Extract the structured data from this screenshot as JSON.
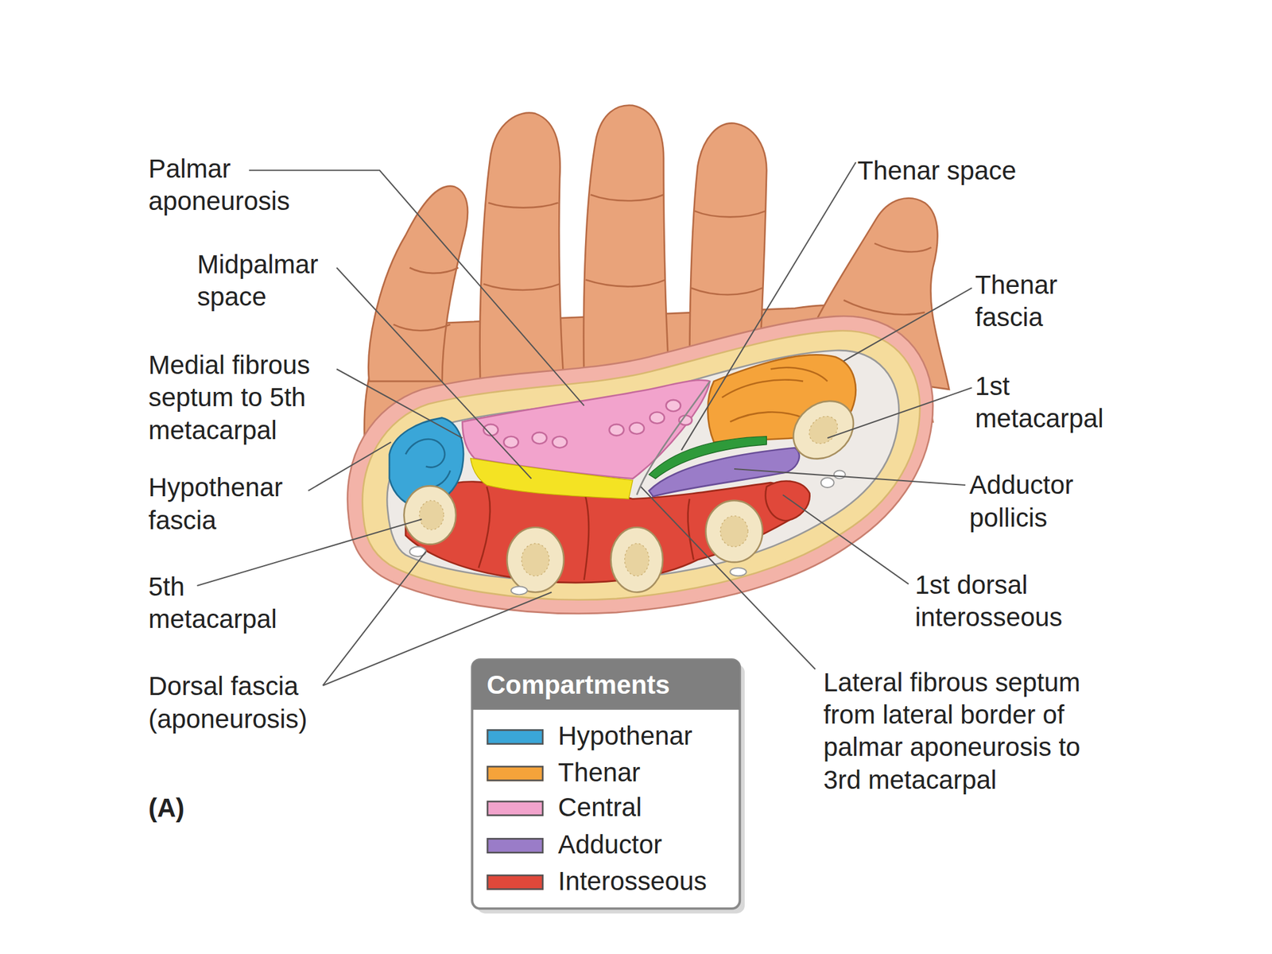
{
  "diagram": {
    "labels": [
      "Palmar aponeurosis",
      "Midpalmar space",
      "Medial fibrous septum to 5th metacarpal",
      "Hypothenar fascia",
      "5th metacarpal",
      "Dorsal fascia (aponeurosis)",
      "(A)",
      "Thenar space",
      "Thenar fascia",
      "1st metacarpal",
      "Adductor pollicis",
      "1st dorsal interosseous",
      "Lateral fibrous septum from lateral border of palmar aponeurosis to 3rd metacarpal",
      "Compartments"
    ],
    "legend": [
      {
        "text": "Hypothenar",
        "color": "#3aa6d8"
      },
      {
        "text": "Thenar",
        "color": "#f5a33a"
      },
      {
        "text": "Central",
        "color": "#f2a3cc"
      },
      {
        "text": "Adductor",
        "color": "#9a7cc8"
      },
      {
        "text": "Interosseous",
        "color": "#e0483a"
      }
    ]
  }
}
